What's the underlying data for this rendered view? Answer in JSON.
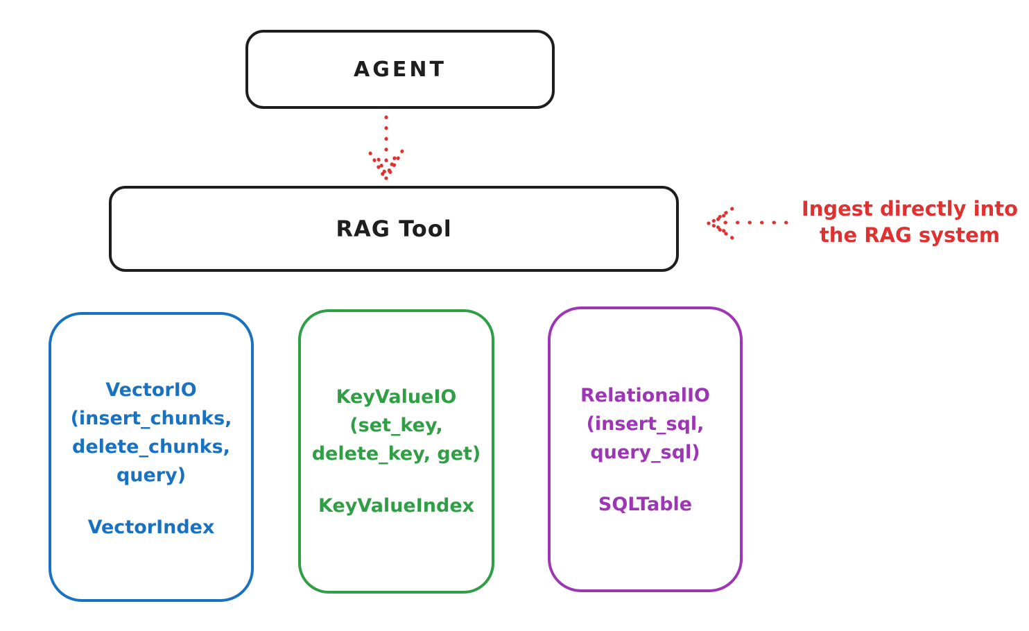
{
  "colors": {
    "background": "#ffffff",
    "ink": "#1e1e1e",
    "red": "#e03131",
    "blue": "#1971c2",
    "green": "#2f9e44",
    "purple": "#9c36b5"
  },
  "nodes": {
    "agent": {
      "label": "AGENT"
    },
    "rag_tool": {
      "label": "RAG Tool"
    }
  },
  "annotation": {
    "line1": "Ingest directly into",
    "line2": "the RAG system"
  },
  "arrows": [
    {
      "name": "agent-to-ragtool",
      "style": "dotted",
      "color": "#e03131",
      "direction": "down"
    },
    {
      "name": "annotation-to-ragtool",
      "style": "dotted",
      "color": "#e03131",
      "direction": "left"
    }
  ],
  "cards": [
    {
      "name": "vector-io",
      "color": "#1971c2",
      "lines": [
        "VectorIO",
        "(insert_chunks,",
        "delete_chunks,",
        "query)"
      ],
      "index_label": "VectorIndex"
    },
    {
      "name": "keyvalue-io",
      "color": "#2f9e44",
      "lines": [
        "KeyValueIO",
        "(set_key,",
        "delete_key, get)"
      ],
      "index_label": "KeyValueIndex"
    },
    {
      "name": "relational-io",
      "color": "#9c36b5",
      "lines": [
        "RelationalIO",
        "(insert_sql,",
        "query_sql)"
      ],
      "index_label": "SQLTable"
    }
  ]
}
